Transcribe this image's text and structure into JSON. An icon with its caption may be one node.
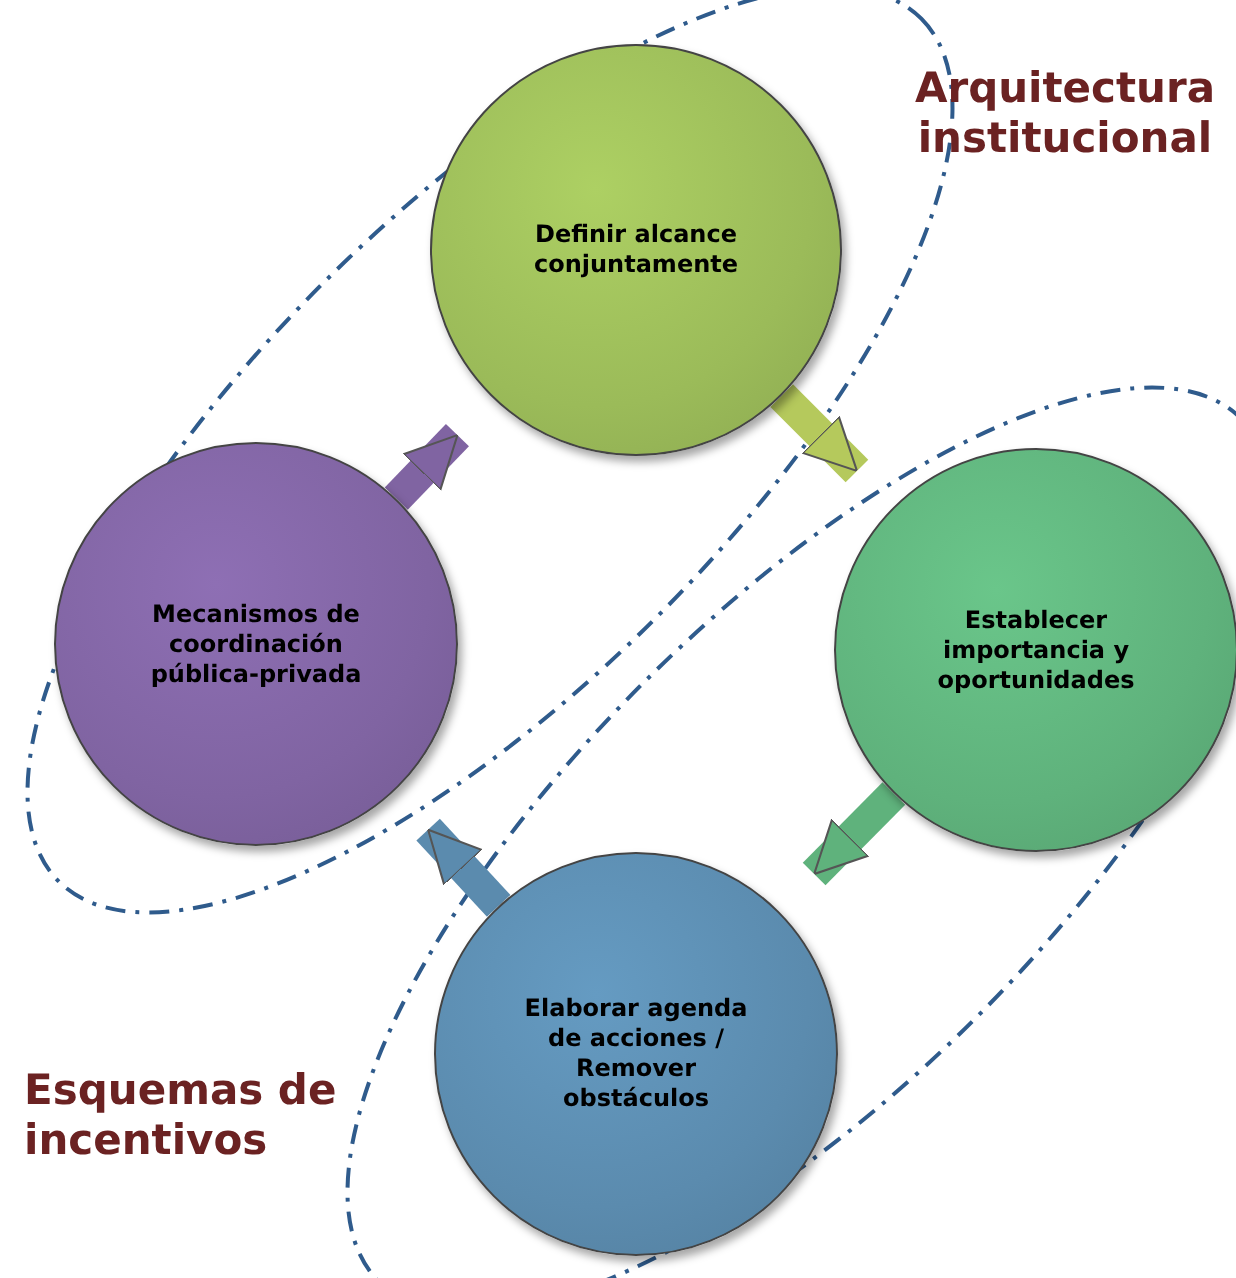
{
  "diagram": {
    "nodes": [
      {
        "text": [
          "Definir alcance conjuntamente"
        ]
      },
      {
        "text": [
          "Establecer importancia y oportunidades"
        ]
      },
      {
        "text": [
          "Elaborar agenda de acciones / Remover obstáculos"
        ]
      },
      {
        "text": [
          "Mecanismos de coordinación pública-privada"
        ]
      }
    ],
    "edges": [
      {
        "from": 0,
        "to": 1,
        "arrow": "to",
        "color": "#b5c95c"
      },
      {
        "from": 1,
        "to": 2,
        "arrow": "to",
        "color": "#5fb27c"
      },
      {
        "from": 2,
        "to": 3,
        "arrow": "to",
        "color": "#5b8bae"
      },
      {
        "from": 3,
        "to": 0,
        "arrow": "to",
        "color": "#8064a2"
      }
    ],
    "labels": [
      "Arquitectura institucional",
      "Esquemas de incentivos"
    ]
  }
}
